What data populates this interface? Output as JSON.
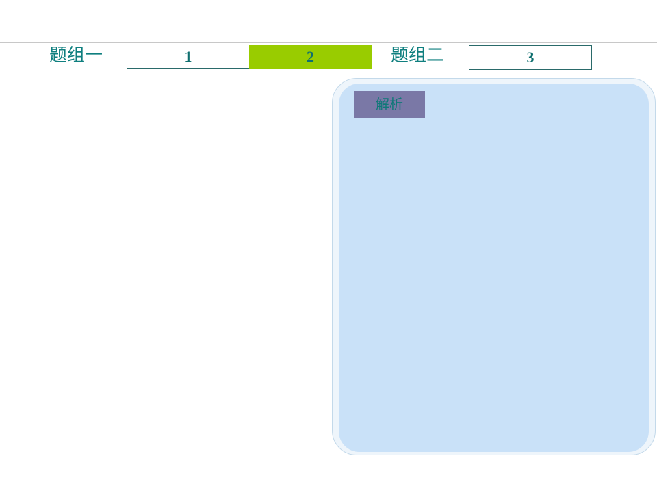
{
  "nav": {
    "group1_label": "题组一",
    "group2_label": "题组二",
    "buttons": [
      {
        "label": "1",
        "active": false
      },
      {
        "label": "2",
        "active": true
      },
      {
        "label": "3",
        "active": false
      }
    ]
  },
  "panel": {
    "analysis_label": "解析"
  },
  "colors": {
    "accent_active": "#99cc00",
    "text_teal": "#0f7f7f",
    "panel_fill": "#c9e1f8",
    "analysis_button": "#7a78a6"
  }
}
